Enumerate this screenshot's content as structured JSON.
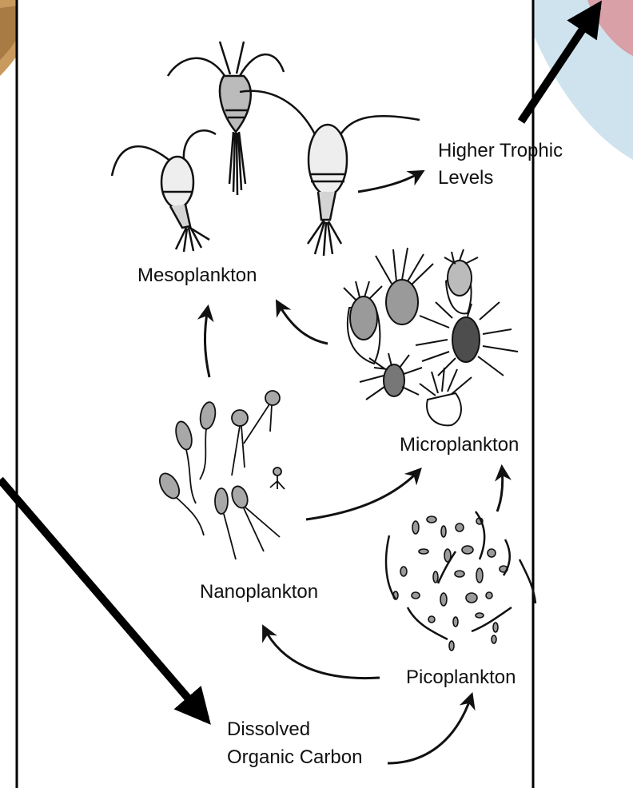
{
  "labels": {
    "higher_trophic_line1": "Higher Trophic",
    "higher_trophic_line2": "Levels",
    "mesoplankton": "Mesoplankton",
    "microplankton": "Microplankton",
    "nanoplankton": "Nanoplankton",
    "picoplankton": "Picoplankton",
    "doc_line1": "Dissolved",
    "doc_line2": "Organic Carbon"
  },
  "colors": {
    "ink": "#111111",
    "frame": "#000000",
    "paper": "#ffffff",
    "copepod_light": "#eeeeee",
    "copepod_mid": "#bbbbbb",
    "micro_gray": "#9a9a9a",
    "micro_dark": "#4d4d4d",
    "nano_gray": "#a8a8a8",
    "bg_sky": "#cfe3ee",
    "bg_fish": "#d9a0a8",
    "bg_wood": "#c89a5e"
  },
  "icons": {
    "copepod": "copepod-icon",
    "ciliate": "ciliate-icon",
    "flagellate": "flagellate-icon",
    "bacteria": "bacteria-icon",
    "flow_arrow": "curved-arrow-icon",
    "pointer_arrow": "bold-arrow-icon"
  }
}
